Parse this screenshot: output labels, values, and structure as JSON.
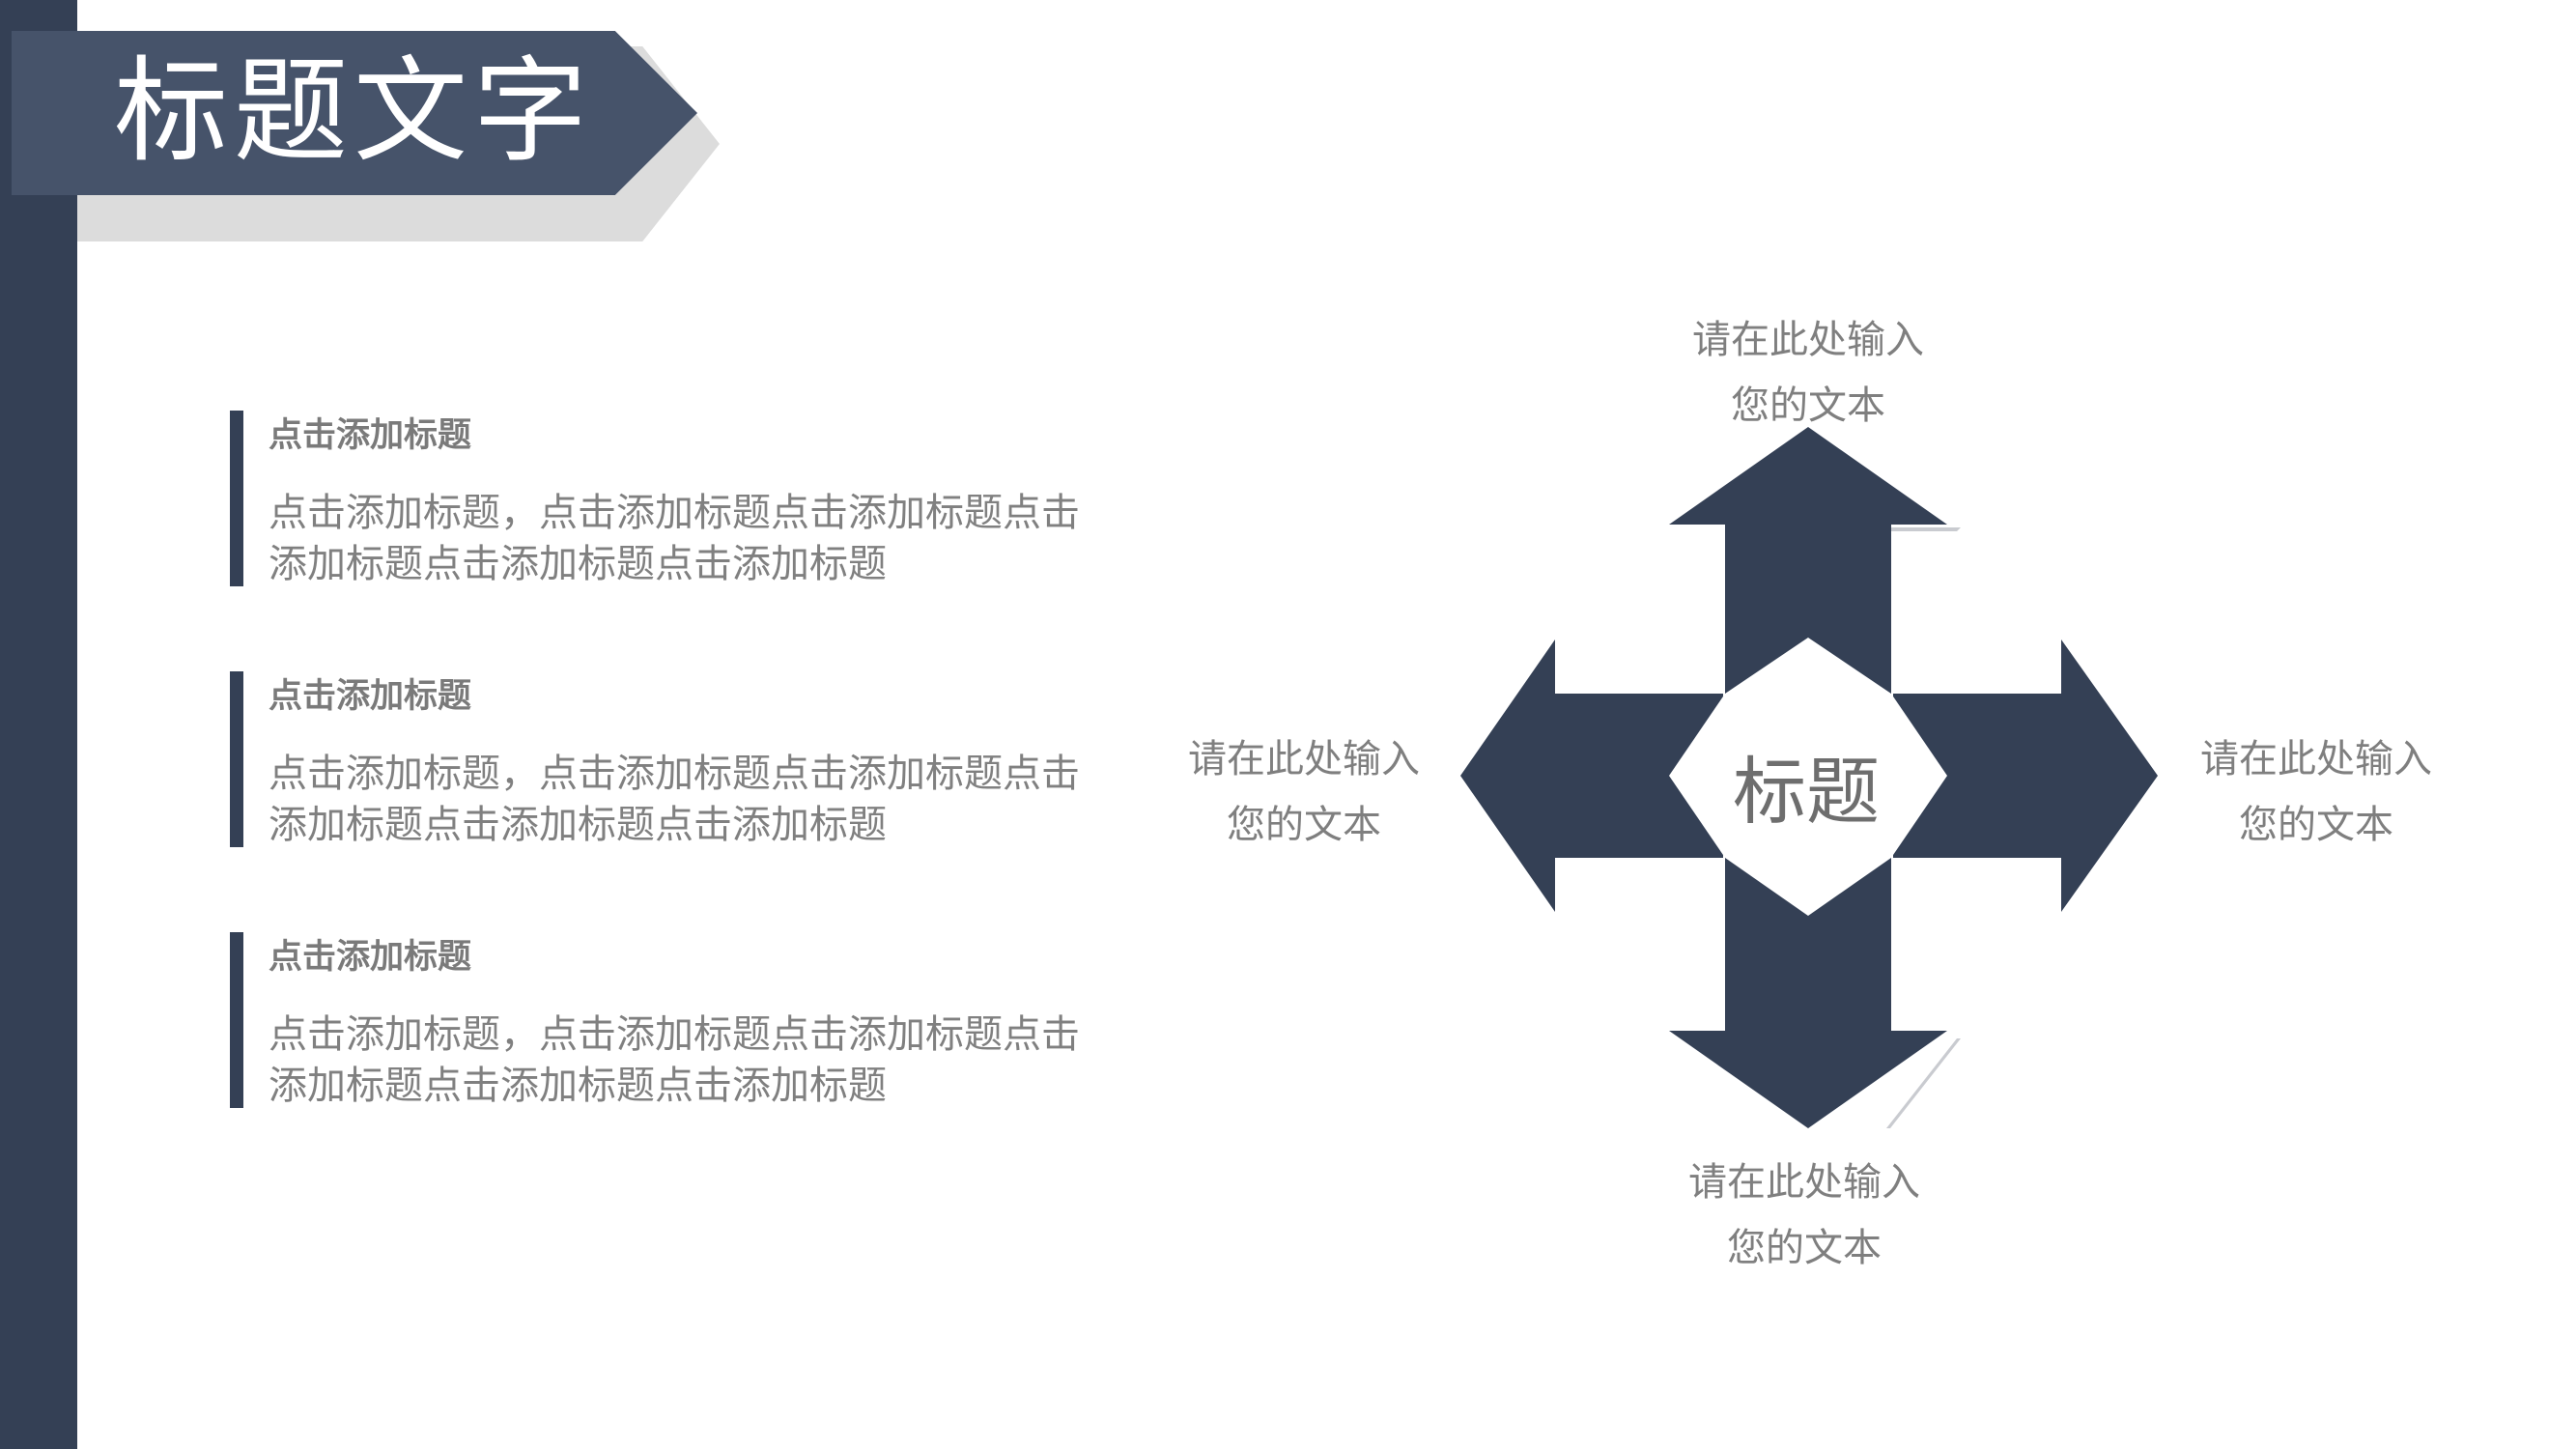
{
  "header": {
    "title": "标题文字"
  },
  "entries": [
    {
      "heading": "点击添加标题",
      "body": "点击添加标题，点击添加标题点击添加标题点击添加标题点击添加标题点击添加标题"
    },
    {
      "heading": "点击添加标题",
      "body": "点击添加标题，点击添加标题点击添加标题点击添加标题点击添加标题点击添加标题"
    },
    {
      "heading": "点击添加标题",
      "body": "点击添加标题，点击添加标题点击添加标题点击添加标题点击添加标题点击添加标题"
    }
  ],
  "diagram": {
    "center": "标题",
    "top": {
      "line1": "请在此处输入",
      "line2": "您的文本"
    },
    "left": {
      "line1": "请在此处输入",
      "line2": "您的文本"
    },
    "right": {
      "line1": "请在此处输入",
      "line2": "您的文本"
    },
    "bottom": {
      "line1": "请在此处输入",
      "line2": "您的文本"
    }
  },
  "colors": {
    "dark_navy": "#344055",
    "ribbon": "#46536a",
    "shadow_gray": "#dcdcdc",
    "text_gray": "#7f7f7f"
  }
}
